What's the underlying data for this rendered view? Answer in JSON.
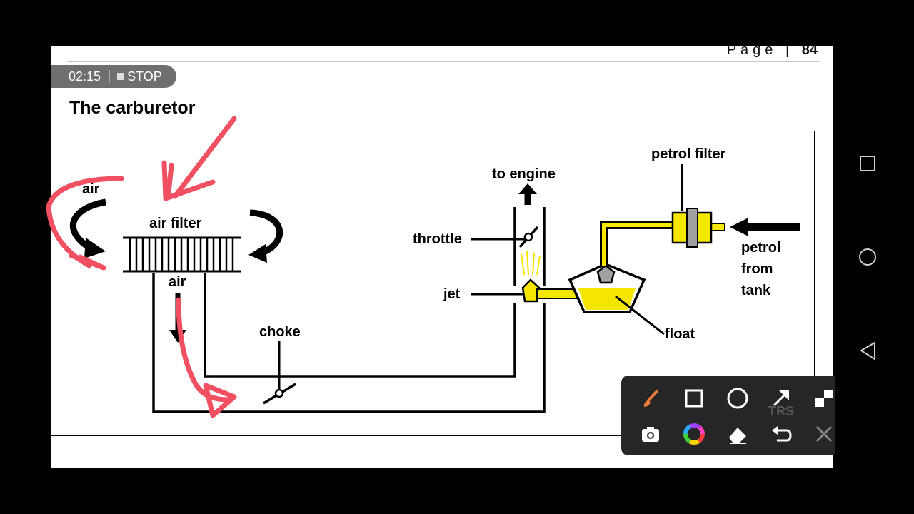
{
  "page_header": {
    "label": "Page |",
    "number": "84"
  },
  "recording": {
    "time": "02:15",
    "stop_label": "STOP"
  },
  "section_title": "The carburetor",
  "diagram": {
    "labels": {
      "air_top": "air",
      "air_filter": "air filter",
      "air_below": "air",
      "choke": "choke",
      "to_engine": "to engine",
      "throttle": "throttle",
      "jet": "jet",
      "petrol_filter": "petrol filter",
      "petrol_line1": "petrol",
      "petrol_line2": "from",
      "petrol_line3": "tank",
      "float": "float"
    },
    "colors": {
      "fuel": "#f5e600",
      "annotation": "#f05060",
      "filter_grey": "#a0a0a0"
    }
  },
  "annotation_toolbar": {
    "tools": [
      "brush-icon",
      "rectangle-icon",
      "circle-icon",
      "arrow-icon",
      "mosaic-icon",
      "camera-icon",
      "color-wheel-icon",
      "eraser-icon",
      "undo-icon",
      "close-icon"
    ],
    "watermark": "TRS"
  },
  "nav_bar": {
    "buttons": [
      "recents-button",
      "home-button",
      "back-button"
    ]
  }
}
